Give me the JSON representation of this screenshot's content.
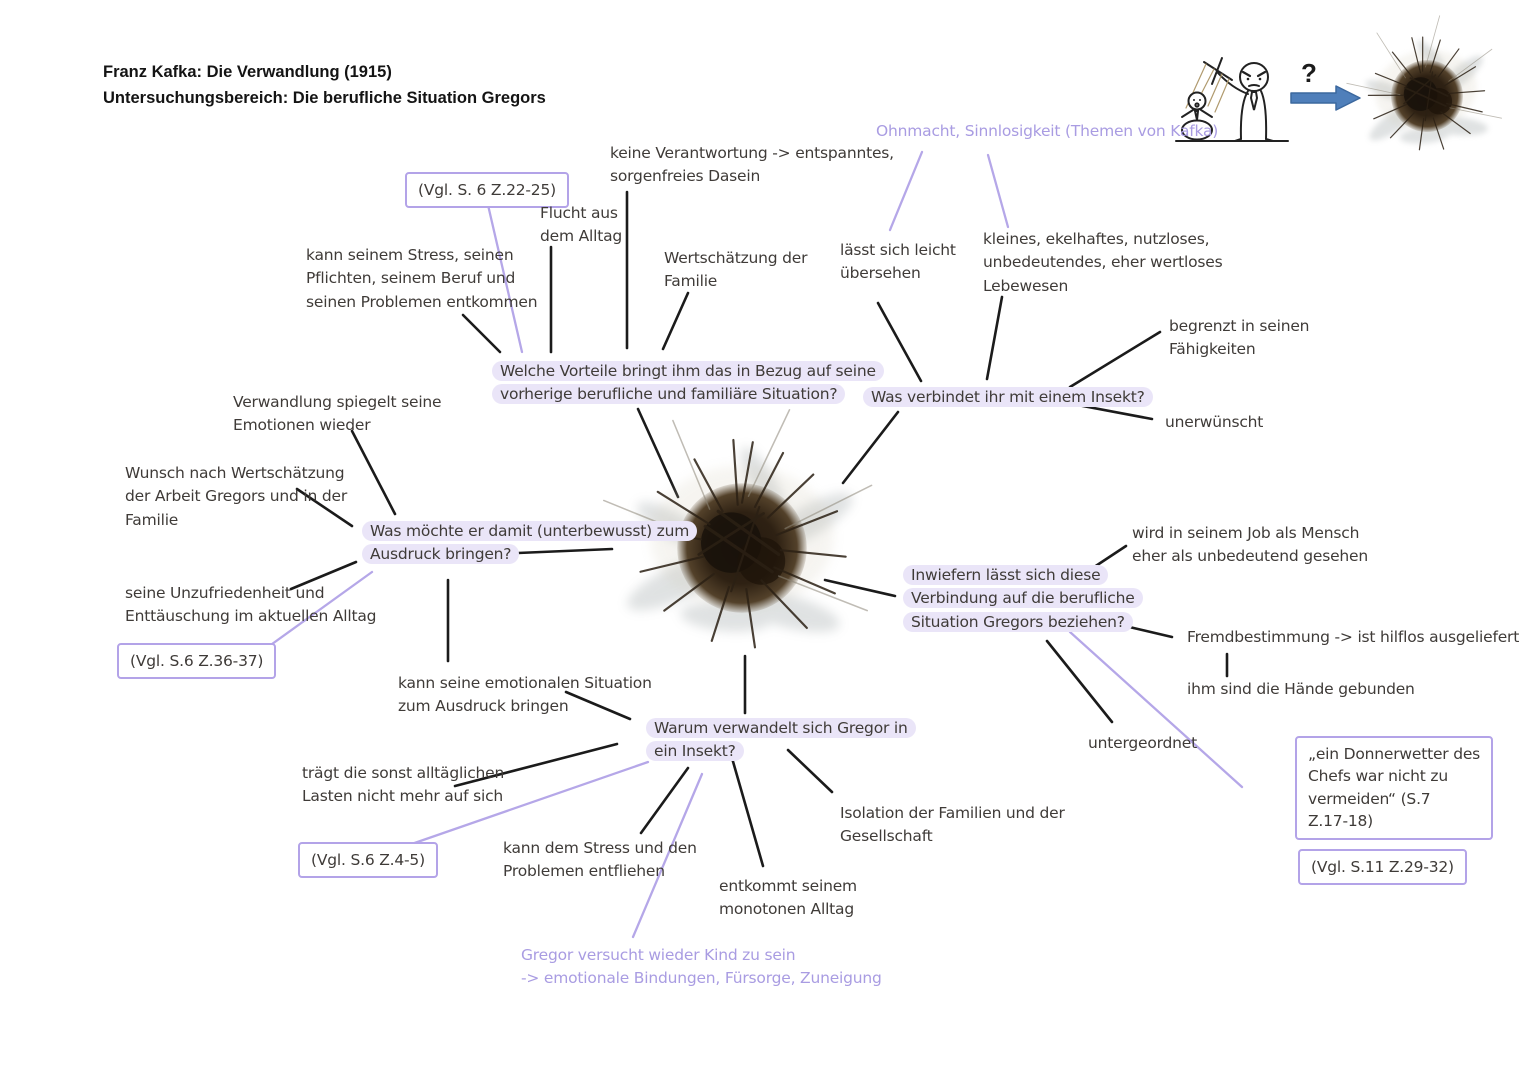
{
  "header": {
    "title": "Franz Kafka: Die Verwandlung (1915)\nUntersuchungsbereich: Die berufliche Situation Gregors"
  },
  "questions": {
    "vorteile": "Welche Vorteile bringt ihm das in Bezug auf seine\nvorherige berufliche und familiäre Situation?",
    "insekt_assoziation": "Was verbindet ihr mit einem Insekt?",
    "ausdruck": "Was möchte er damit (unterbewusst) zum\nAusdruck bringen?",
    "beruflich": "Inwiefern lässt sich diese\nVerbindung auf die berufliche\nSituation Gregors beziehen?",
    "warum": "Warum verwandelt sich Gregor in\nein Insekt?"
  },
  "notes": {
    "keine_verantwortung": "keine Verantwortung -> entspanntes,\nsorgenfreies Dasein",
    "flucht": "Flucht aus\ndem Alltag",
    "wertschaetzung_familie": "Wertschätzung der\nFamilie",
    "stress_entkommen": "kann seinem Stress, seinen\nPflichten, seinem Beruf und\nseinen Problemen entkommen",
    "laesst_uebersehen": "lässt sich leicht\nübersehen",
    "kleines_lebewesen": "kleines, ekelhaftes, nutzloses,\nunbedeutendes, eher wertloses\nLebewesen",
    "begrenzt": "begrenzt in seinen\nFähigkeiten",
    "unerwuenscht": "unerwünscht",
    "verwandlung_spiegelt": "Verwandlung spiegelt seine\nEmotionen wieder",
    "wunsch_wertschaetzung": "Wunsch nach Wertschätzung\nder Arbeit Gregors und in der\nFamilie",
    "unzufriedenheit": "seine Unzufriedenheit und\nEnttäuschung im aktuellen Alltag",
    "wird_job": "wird in seinem Job als Mensch\neher als unbedeutend gesehen",
    "fremdbestimmung": "Fremdbestimmung -> ist hilflos ausgeliefert",
    "haende_gebunden": "ihm sind die Hände gebunden",
    "emotionale_situation": "kann seine emotionalen Situation\nzum Ausdruck bringen",
    "untergeordnet": "untergeordnet",
    "traegt_lasten": "trägt die sonst alltäglichen\nLasten nicht mehr auf sich",
    "stress_entfliehen": "kann dem Stress und den\nProblemen entfliehen",
    "isolation": "Isolation der Familien und der\nGesellschaft",
    "entkommt_alltag": "entkommt seinem\nmonotonen Alltag"
  },
  "purple_notes": {
    "ohnmacht": "Ohnmacht, Sinnlosigkeit (Themen von Kafka)",
    "gregor_kind": "Gregor versucht wieder Kind zu sein\n-> emotionale Bindungen, Fürsorge, Zuneigung"
  },
  "reference_boxes": {
    "vgl_s6_z22_25": "(Vgl. S. 6 Z.22-25)",
    "vgl_s6_z36_37": "(Vgl. S.6 Z.36-37)",
    "vgl_s6_z4_5": "(Vgl. S.6 Z.4-5)",
    "vgl_s11_z29_32": "(Vgl. S.11 Z.29-32)",
    "zitat_donnerwetter": "„ein Donnerwetter des\nChefs war nicht zu\nvermeiden“ (S.7\nZ.17-18)"
  },
  "decor": {
    "question_mark": "?"
  },
  "icons": {
    "puppeteer": "boss-puppeteer-drawing",
    "arrow": "blue-right-arrow",
    "insect_center": "blurry-insect-photo-large",
    "insect_small": "blurry-insect-photo-small"
  },
  "colors": {
    "accent_purple_border": "#b3a3e8",
    "question_highlight": "#eae5f8",
    "purple_text": "#a99ce2",
    "purple_line": "#b5a7e8",
    "black_line": "#1b1b1b",
    "handwriting_text": "#3f3b38",
    "arrow_blue": "#4f7fba"
  }
}
